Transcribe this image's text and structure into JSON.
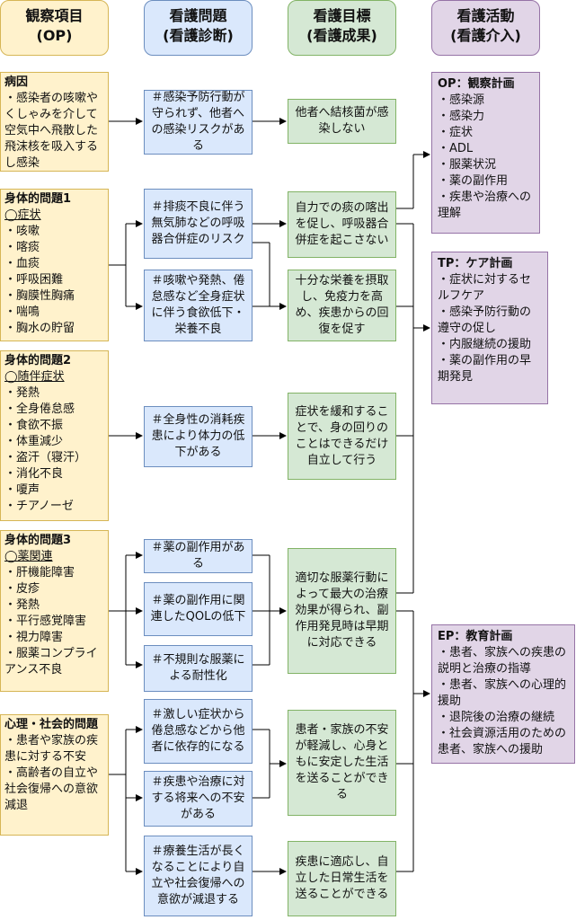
{
  "headers": {
    "op": "観察項目\n(OP)",
    "problem": "看護問題\n(看護診断)",
    "goal": "看護目標\n(看護成果)",
    "activity": "看護活動\n(看護介入)"
  },
  "observations": [
    {
      "title": "病因",
      "subtitle": "",
      "lines": [
        "・感染者の咳嗽やくしゃみを介して空気中へ飛散した飛沫核を吸入するし感染"
      ]
    },
    {
      "title": "身体的問題1",
      "subtitle": "◯症状",
      "lines": [
        "・咳嗽",
        "・喀痰",
        "・血痰",
        "・呼吸困難",
        "・胸膜性胸痛",
        "・喘鳴",
        "・胸水の貯留"
      ]
    },
    {
      "title": "身体的問題2",
      "subtitle": "◯随伴症状",
      "lines": [
        "・発熱",
        "・全身倦怠感",
        "・食欲不振",
        "・体重減少",
        "・盗汗（寝汗）",
        "・消化不良",
        "・嗄声",
        "・チアノーゼ"
      ]
    },
    {
      "title": "身体的問題3",
      "subtitle": "◯薬関連",
      "lines": [
        "・肝機能障害",
        "・皮疹",
        "・発熱",
        "・平行感覚障害",
        "・視力障害",
        "・服薬コンプライアンス不良"
      ]
    },
    {
      "title": "心理・社会的問題",
      "subtitle": "",
      "lines": [
        "・患者や家族の疾患に対する不安",
        "・高齢者の自立や社会復帰への意欲減退"
      ]
    }
  ],
  "problems": [
    "＃感染予防行動が守られず、他者への感染リスクがある",
    "＃排痰不良に伴う無気肺などの呼吸器合併症のリスク",
    "＃咳嗽や発熱、倦怠感など全身症状に伴う食欲低下・栄養不良",
    "＃全身性の消耗疾患により体力の低下がある",
    "＃薬の副作用がある",
    "＃薬の副作用に関連したQOLの低下",
    "＃不規則な服薬による耐性化",
    "＃激しい症状から倦怠感などから他者に依存的になる",
    "＃疾患や治療に対する将来への不安がある",
    "＃療養生活が長くなることにより自立や社会復帰への意欲が減退する"
  ],
  "goals": [
    "他者へ結核菌が感染しない",
    "自力での痰の喀出を促し、呼吸器合併症を起こさない",
    "十分な栄養を摂取し、免疫力を高め、疾患からの回復を促す",
    "症状を緩和することで、身の回りのことはできるだけ自立して行う",
    "適切な服薬行動によって最大の治療効果が得られ、副作用発見時は早期に対応できる",
    "患者・家族の不安が軽減し、心身ともに安定した生活を送ることができる",
    "疾患に適応し、自立した日常生活を送ることができる"
  ],
  "activities": [
    {
      "title": "OP：観察計画",
      "lines": [
        "・感染源",
        "・感染力",
        "・症状",
        "・ADL",
        "・服薬状況",
        "・薬の副作用",
        "・疾患や治療への理解"
      ]
    },
    {
      "title": "TP：ケア計画",
      "lines": [
        "・症状に対するセルフケア",
        "・感染予防行動の遵守の促し",
        "・内服継続の援助",
        "・薬の副作用の早期発見"
      ]
    },
    {
      "title": "EP：教育計画",
      "lines": [
        "・患者、家族への疾患の説明と治療の指導",
        "・患者、家族への心理的援助",
        "・退院後の治療の継続",
        "・社会資源活用のための患者、家族への援助"
      ]
    }
  ],
  "colors": {
    "yellow": "#fff2cc",
    "blue": "#dae8fc",
    "green": "#d5e8d4",
    "purple": "#e1d5e7"
  }
}
